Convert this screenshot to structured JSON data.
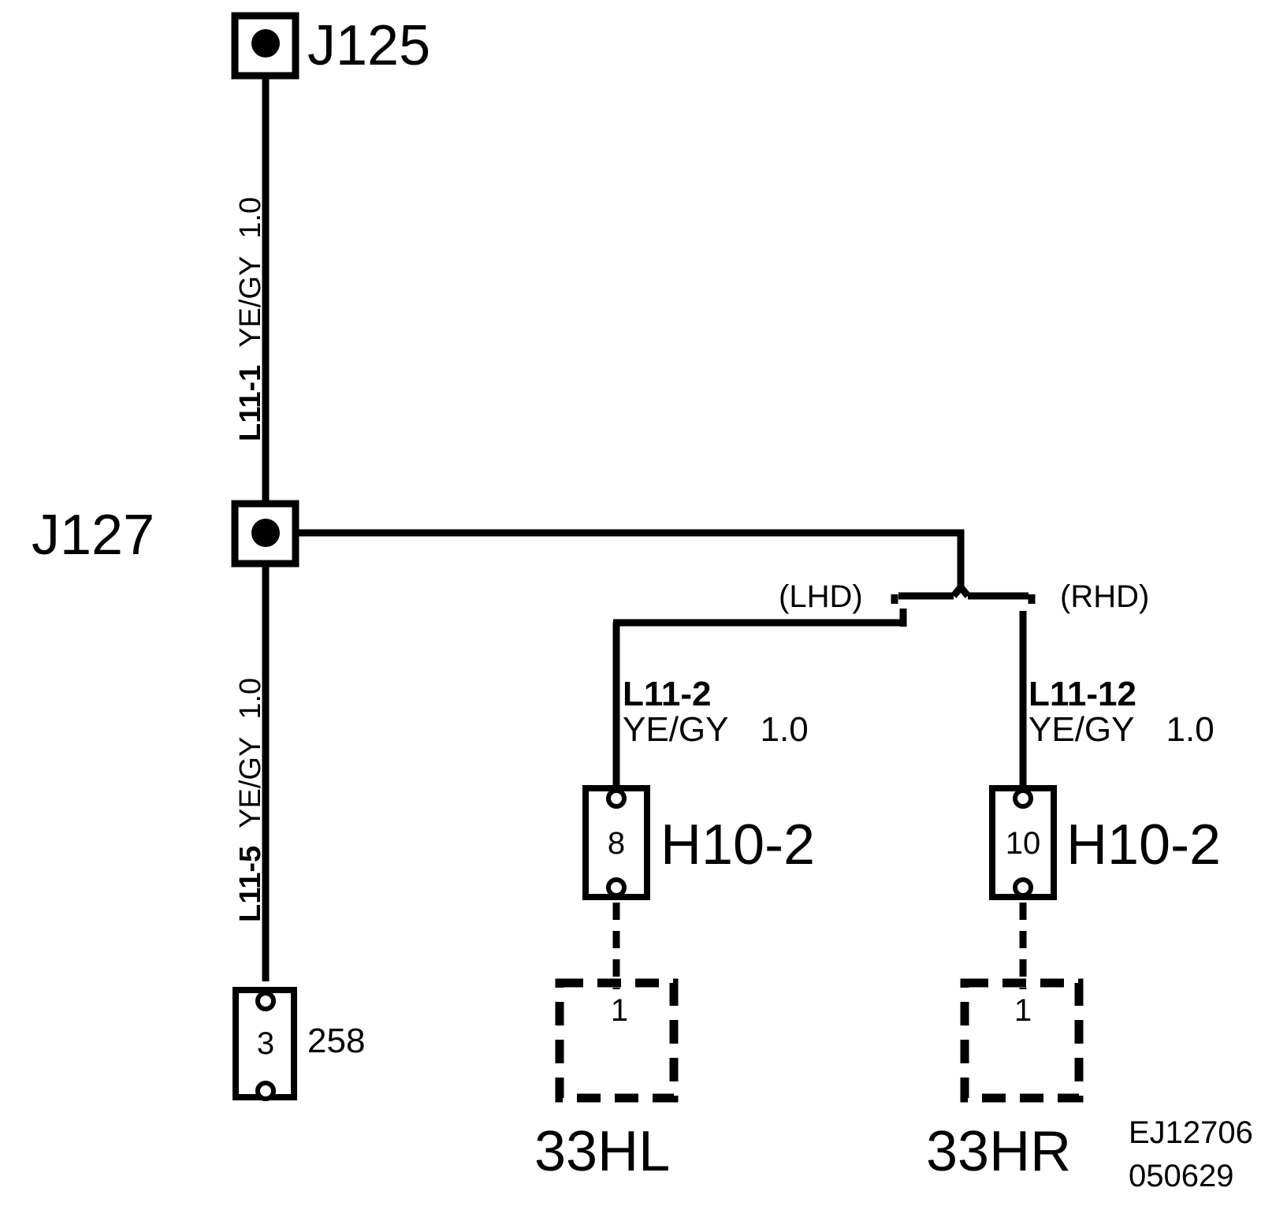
{
  "junctions": {
    "j125": "J125",
    "j127": "J127"
  },
  "wires": {
    "upper_vertical": {
      "circuit": "L11-1",
      "color": "YE/GY",
      "size": "1.0"
    },
    "lower_vertical": {
      "circuit": "L11-5",
      "color": "YE/GY",
      "size": "1.0"
    },
    "left_branch": {
      "circuit": "L11-2",
      "color": "YE/GY",
      "size": "1.0"
    },
    "right_branch": {
      "circuit": "L11-12",
      "color": "YE/GY",
      "size": "1.0"
    }
  },
  "options": {
    "lhd": "(LHD)",
    "rhd": "(RHD)"
  },
  "connectors": {
    "c258": {
      "pin": "3",
      "name": "258"
    },
    "h10_left": {
      "pin": "8",
      "name": "H10-2"
    },
    "h10_right": {
      "pin": "10",
      "name": "H10-2"
    }
  },
  "components": {
    "left": {
      "pin": "1",
      "name": "33HL"
    },
    "right": {
      "pin": "1",
      "name": "33HR"
    }
  },
  "reference": {
    "code": "EJ12706",
    "date": "050629"
  },
  "colors": {
    "line": "#000000",
    "background": "#ffffff"
  }
}
